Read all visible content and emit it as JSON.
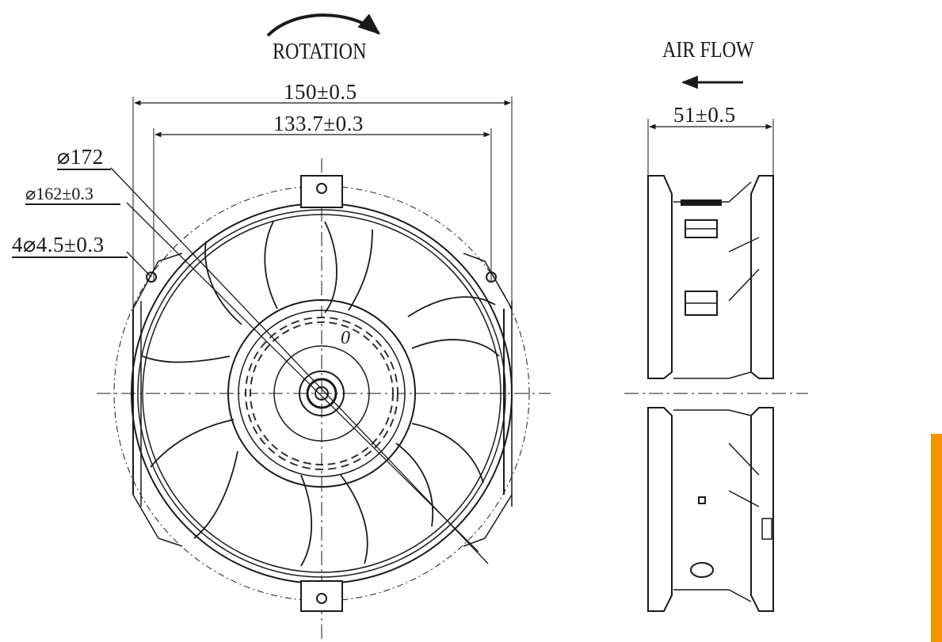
{
  "labels": {
    "rotation": "ROTATION",
    "air_flow": "AIR FLOW",
    "width_outer": "150±0.5",
    "width_inner": "133.7±0.3",
    "diameter_outer": "⌀172",
    "diameter_ring": "⌀162±0.3",
    "mounting_holes": "4⌀4.5±0.3",
    "depth": "51±0.5",
    "hub_mark": "0"
  },
  "colors": {
    "line": "#1a1a1a",
    "accent": "#f29400"
  }
}
